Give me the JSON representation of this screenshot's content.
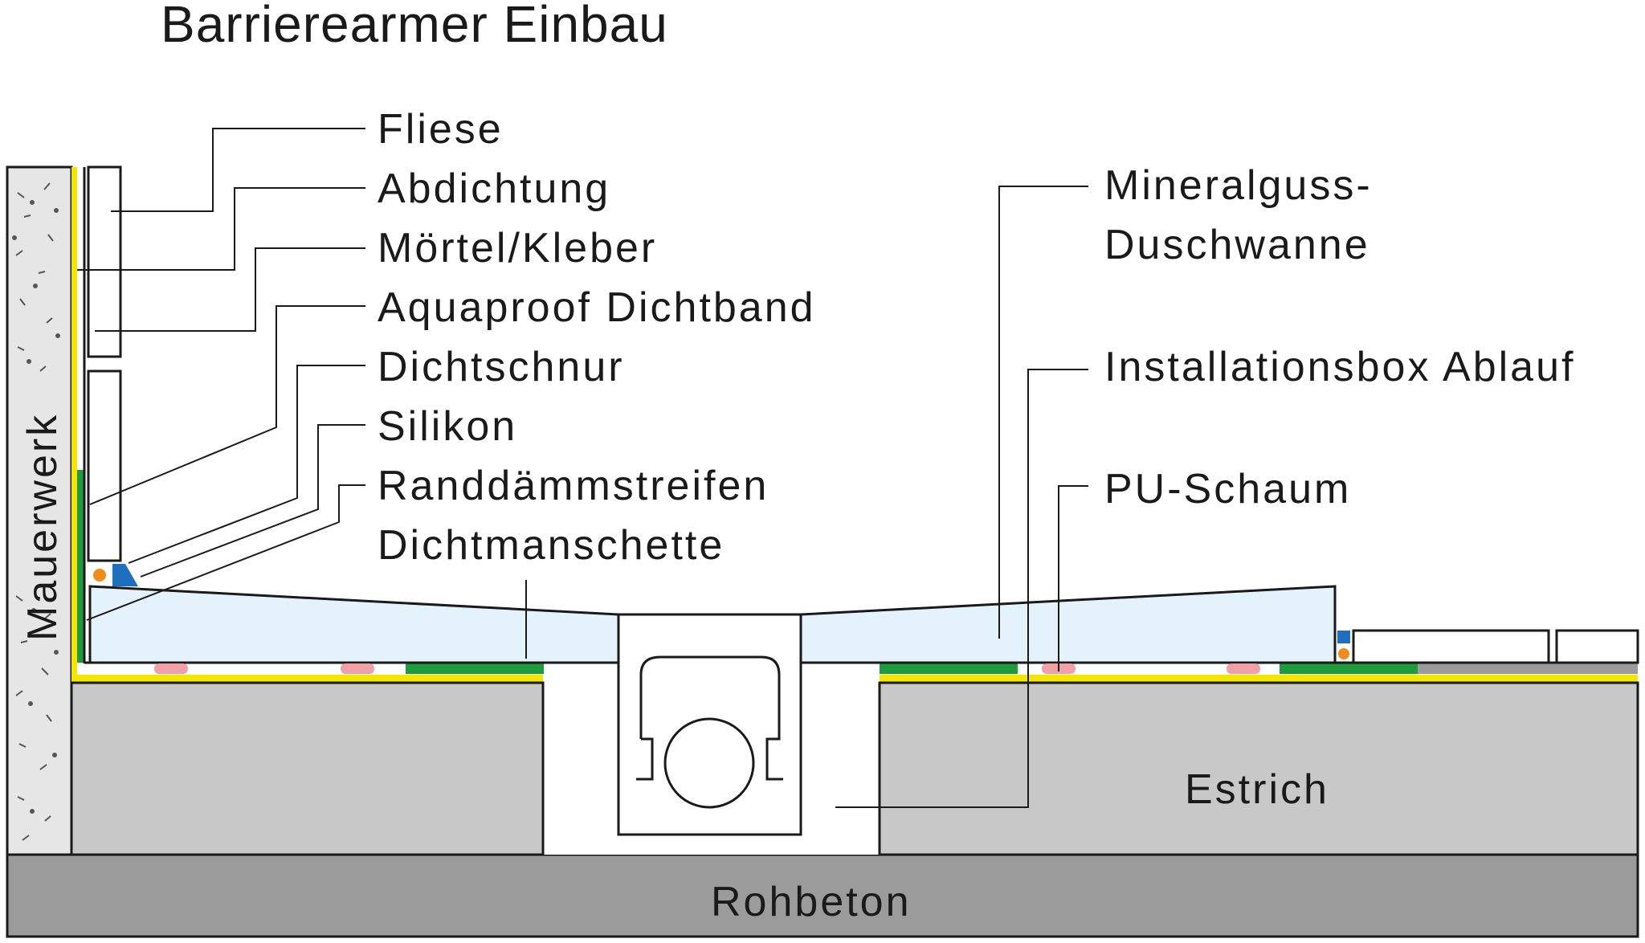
{
  "title": "Barrierearmer Einbau",
  "labels": {
    "fliese": "Fliese",
    "abdichtung": "Abdichtung",
    "moertel": "Mörtel/Kleber",
    "dichtband": "Aquaproof Dichtband",
    "dichtschnur": "Dichtschnur",
    "silikon": "Silikon",
    "randdaemm": "Randdämmstreifen",
    "dichtmanschette": "Dichtmanschette",
    "duschwanne_1": "Mineralguss-",
    "duschwanne_2": "Duschwanne",
    "installationsbox": "Installationsbox Ablauf",
    "pu_schaum": "PU-Schaum",
    "mauerwerk": "Mauerwerk",
    "estrich": "Estrich",
    "rohbeton": "Rohbeton"
  },
  "colors": {
    "mauerwerk": "#e6e6e6",
    "estrich": "#c8c8c8",
    "rohbeton": "#9b9b9b",
    "abdichtung": "#f5e600",
    "dichtband": "#1e9b3c",
    "duschwanne": "#e4f2fb",
    "silikon": "#1f6fbf",
    "dichtschnur": "#f08c1e",
    "pu_schaum": "#f0a0a8",
    "outline": "#1a1a1a"
  }
}
